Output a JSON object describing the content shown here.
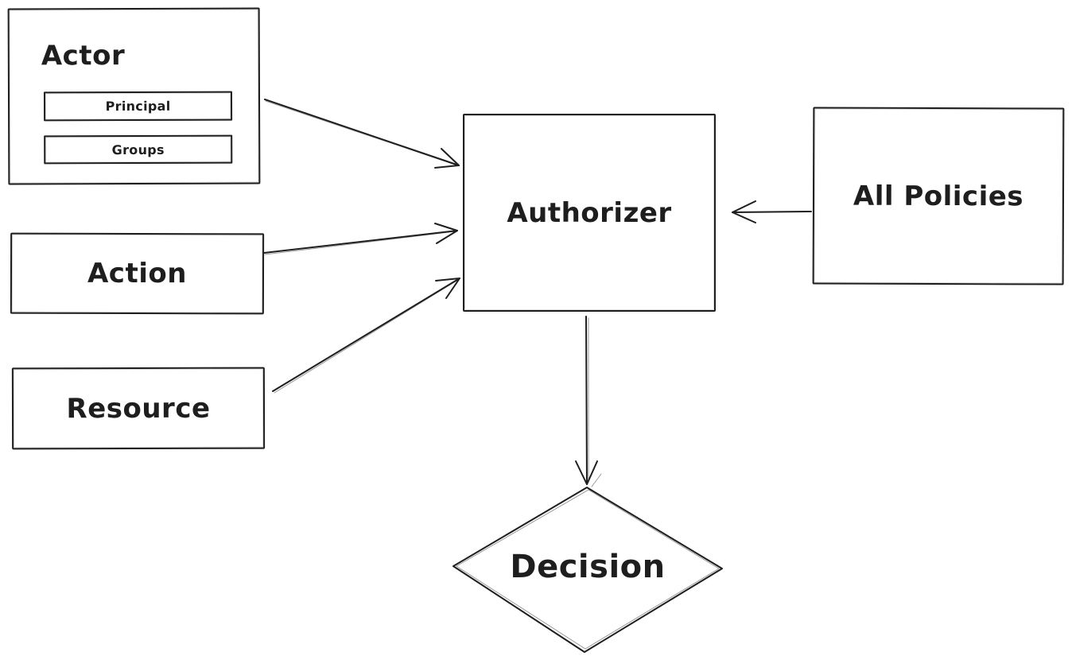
{
  "diagram": {
    "colors": {
      "stroke": "#1e1e1e",
      "background": "#ffffff"
    },
    "nodes": [
      {
        "id": "actor",
        "type": "rectangle",
        "label": "Actor",
        "children": [
          {
            "id": "principal",
            "label": "Principal"
          },
          {
            "id": "groups",
            "label": "Groups"
          }
        ]
      },
      {
        "id": "action",
        "type": "rectangle",
        "label": "Action"
      },
      {
        "id": "resource",
        "type": "rectangle",
        "label": "Resource"
      },
      {
        "id": "authorizer",
        "type": "rectangle",
        "label": "Authorizer"
      },
      {
        "id": "all-policies",
        "type": "rectangle",
        "label": "All Policies"
      },
      {
        "id": "decision",
        "type": "diamond",
        "label": "Decision"
      }
    ],
    "edges": [
      {
        "from": "actor",
        "to": "authorizer"
      },
      {
        "from": "action",
        "to": "authorizer"
      },
      {
        "from": "resource",
        "to": "authorizer"
      },
      {
        "from": "all-policies",
        "to": "authorizer"
      },
      {
        "from": "authorizer",
        "to": "decision"
      }
    ]
  }
}
